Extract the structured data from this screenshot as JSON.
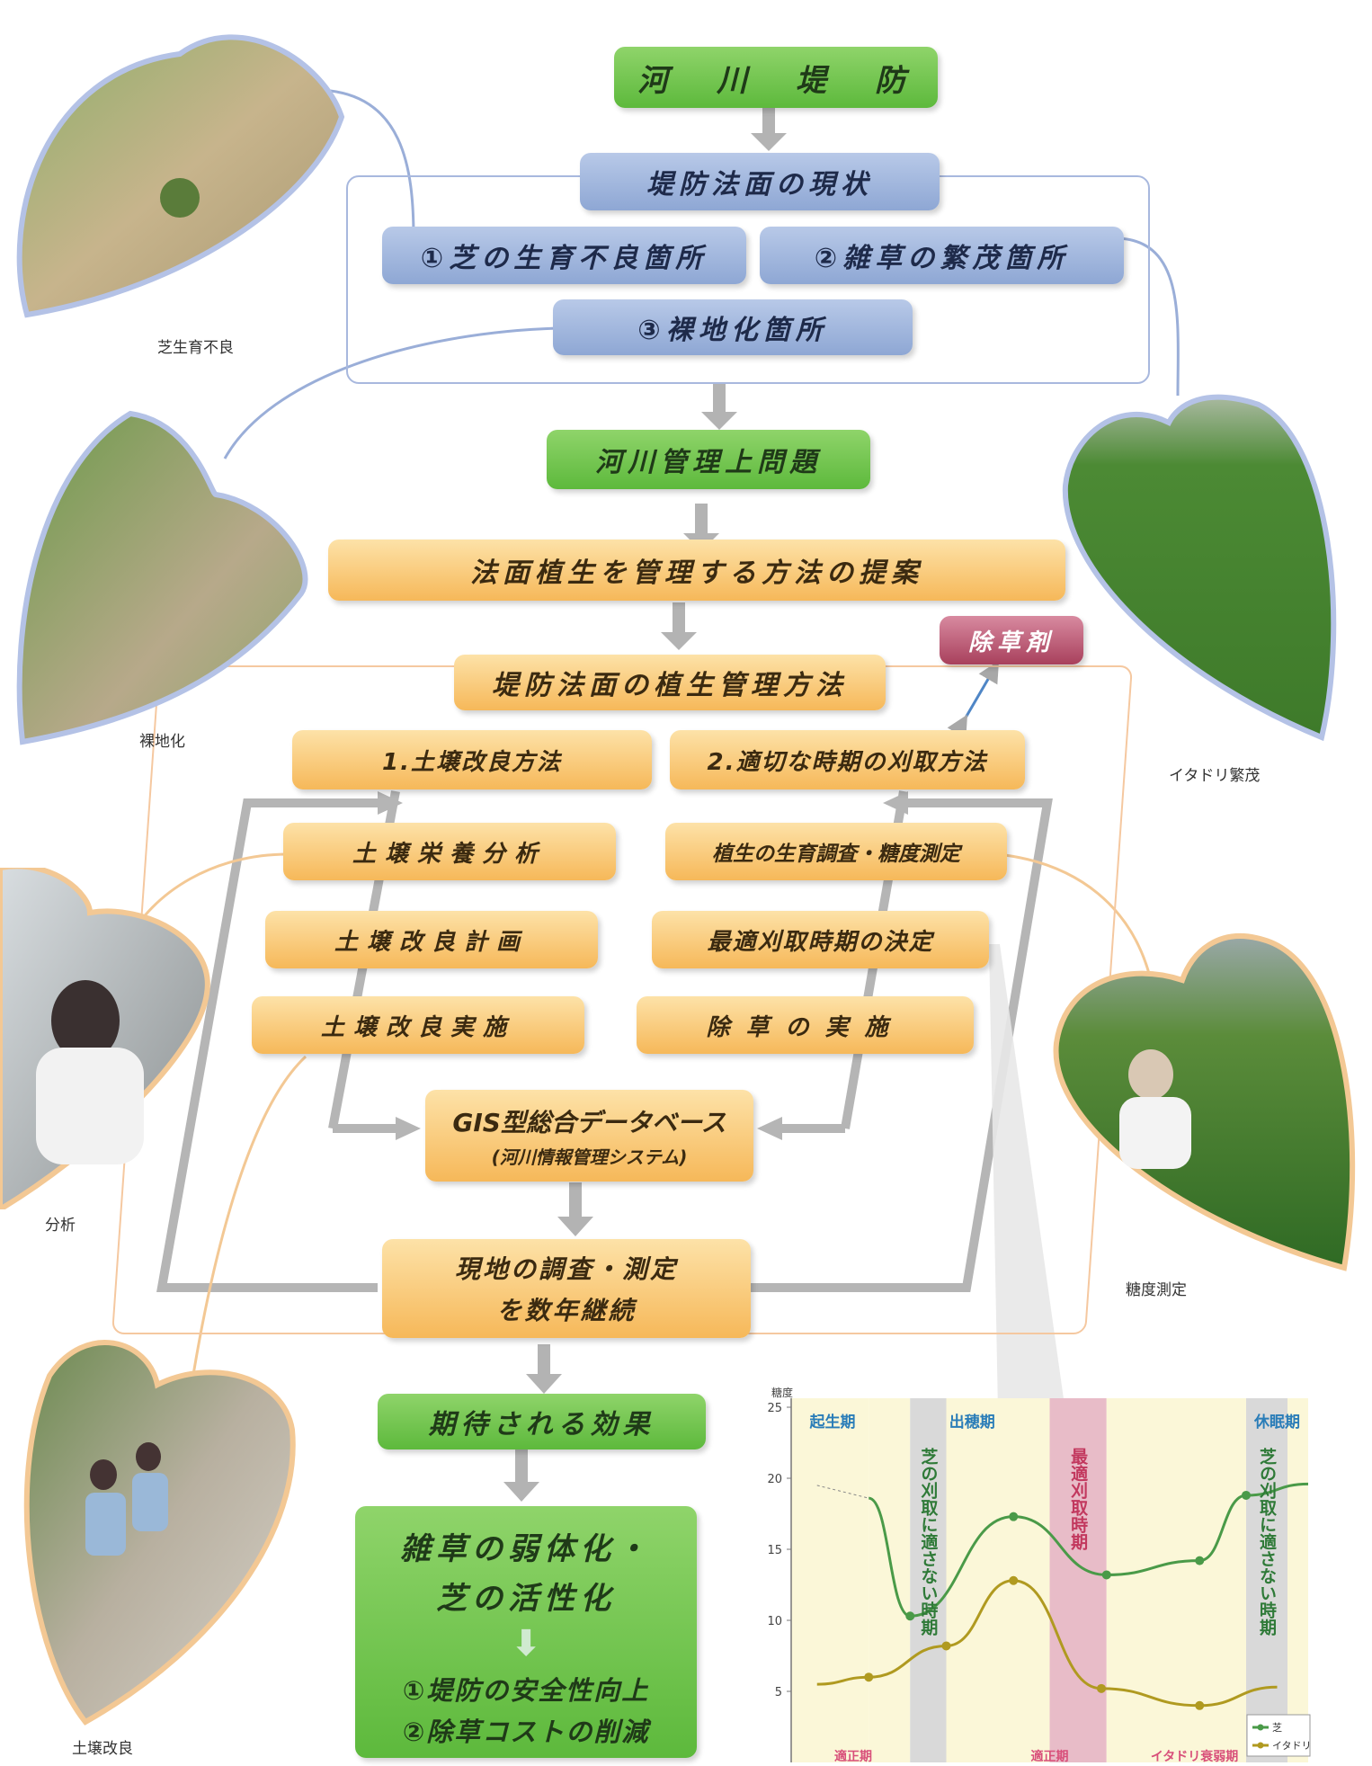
{
  "flow": {
    "kasen_teibou": "河　川　堤　防",
    "genjou": "堤防法面の現状",
    "item1": "①芝の生育不良箇所",
    "item2": "②雑草の繁茂箇所",
    "item3": "③裸地化箇所",
    "kanri_mondai": "河川管理上問題",
    "teian": "法面植生を管理する方法の提案",
    "shokusei_kanri": "堤防法面の植生管理方法",
    "jozai_badge": "除草剤",
    "method1": "1.土壌改良方法",
    "method2": "2.適切な時期の刈取方法",
    "left_steps": [
      "土壌栄養分析",
      "土壌改良計画",
      "土壌改良実施"
    ],
    "right_steps": [
      "植生の生育調査・糖度測定",
      "最適刈取時期の決定",
      "除草の実施"
    ],
    "gis_title": "GIS型総合データベース",
    "gis_sub": "(河川情報管理システム)",
    "genchi_line1": "現地の調査・測定",
    "genchi_line2": "を数年継続",
    "kitai": "期待される効果",
    "effect_line1": "雑草の弱体化・",
    "effect_line2": "芝の活性化",
    "result1": "①堤防の安全性向上",
    "result2": "②除草コストの削減"
  },
  "photos": {
    "shiba_furyou": "芝生育不良",
    "rachika": "裸地化",
    "itadori": "イタドリ繁茂",
    "bunseki": "分析",
    "toudo": "糖度測定",
    "dojou": "土壌改良"
  },
  "chart_data": {
    "type": "line",
    "ylabel": "糖度",
    "ylim": [
      0,
      25
    ],
    "yticks": [
      5,
      10,
      15,
      20,
      25
    ],
    "period_labels": [
      "起生期",
      "出穂期",
      "休眠期"
    ],
    "bottom_labels": [
      "適正期",
      "適正期",
      "イタドリ衰弱期"
    ],
    "vertical_notes": [
      "芝の刈取に適さない時期",
      "最適刈取時期",
      "芝の刈取に適さない時期"
    ],
    "series": [
      {
        "name": "芝",
        "color": "#4a9a48",
        "x": [
          0.15,
          0.23,
          0.43,
          0.61,
          0.79,
          0.88,
          1.0
        ],
        "y": [
          18.6,
          10.3,
          17.3,
          13.2,
          14.2,
          18.8,
          19.6
        ]
      },
      {
        "name": "イタドリ",
        "color": "#b09a20",
        "x": [
          0.05,
          0.15,
          0.3,
          0.43,
          0.6,
          0.79,
          0.94
        ],
        "y": [
          5.5,
          6.0,
          8.2,
          12.8,
          5.2,
          4.0,
          5.3
        ]
      }
    ]
  },
  "colors": {
    "green": "#6cc24a",
    "blue": "#9ab0da",
    "orange": "#f8c46a",
    "badge": "#b8546e",
    "arrow": "#b0b0b0"
  }
}
